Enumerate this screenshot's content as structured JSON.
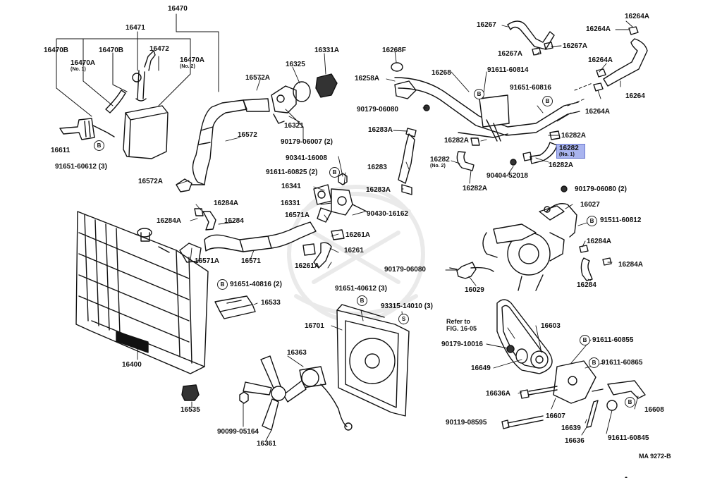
{
  "diagram": {
    "labels": {
      "p16470": "16470",
      "p16471": "16471",
      "p16470B_1": "16470B",
      "p16470B_2": "16470B",
      "p16472": "16472",
      "p16470A_1": "16470A",
      "p16470A_1_note": "(No. 1)",
      "p16470A_2": "16470A",
      "p16470A_2_note": "(No. 2)",
      "p16611": "16611",
      "p91651_60612": "91651-60612 (3)",
      "p16572A_top": "16572A",
      "p16325": "16325",
      "p16331A": "16331A",
      "p16572": "16572",
      "p16321": "16321",
      "p90179_06007": "90179-06007 (2)",
      "p90341_16008": "90341-16008",
      "p91611_60825": "91611-60825 (2)",
      "p16341": "16341",
      "p16331": "16331",
      "p16571A_top": "16571A",
      "p16261A_top": "16261A",
      "p90430_16162": "90430-16162",
      "p16572A_left": "16572A",
      "p16284A_1": "16284A",
      "p16284A_2": "16284A",
      "p16284": "16284",
      "p16571A_bot": "16571A",
      "p16571": "16571",
      "p16261": "16261",
      "p16261A_bot": "16261A",
      "p91651_40816": "91651-40816 (2)",
      "p16533": "16533",
      "p16400": "16400",
      "p16535": "16535",
      "p91651_40612": "91651-40612 (3)",
      "p93315_14010": "93315-14010 (3)",
      "p16701": "16701",
      "p16363": "16363",
      "p90099_05164": "90099-05164",
      "p16361": "16361",
      "p16268F": "16268F",
      "p16258A": "16258A",
      "p16268": "16268",
      "p91611_60814": "91611-60814",
      "p90179_06080_top": "90179-06080",
      "p16283A_top": "16283A",
      "p16283": "16283",
      "p16283A_bot": "16283A",
      "p16282_no2": "16282",
      "p16282_no2_note": "(No. 2)",
      "p16282A_left": "16282A",
      "p16282A_bot": "16282A",
      "p90404_52018": "90404-52018",
      "p16282A_right": "16282A",
      "p16282_no1": "16282",
      "p16282_no1_note": "(No. 1)",
      "p16282A_right2": "16282A",
      "p91651_60816": "91651-60816",
      "p16267": "16267",
      "p16267A_1": "16267A",
      "p16267A_2": "16267A",
      "p16264A_1": "16264A",
      "p16264A_2": "16264A",
      "p16264A_3": "16264A",
      "p16264A_4": "16264A",
      "p16264": "16264",
      "p90179_06080_right": "90179-06080 (2)",
      "p16027": "16027",
      "p91511_60812": "91511-60812",
      "p16284A_r1": "16284A",
      "p16284A_r2": "16284A",
      "p16284_r": "16284",
      "p90179_06080_mid": "90179-06080",
      "p16029": "16029",
      "p_refer": "Refer to",
      "p_fig": "FIG. 16-05",
      "p16603": "16603",
      "p91611_60855": "91611-60855",
      "p90179_10016": "90179-10016",
      "p91611_60865": "91611-60865",
      "p16649": "16649",
      "p16636A": "16636A",
      "p16607": "16607",
      "p16608": "16608",
      "p90119_08595": "90119-08595",
      "p16639": "16639",
      "p16636": "16636",
      "p91611_60845": "91611-60845",
      "p_ref": "MA 9272-B"
    },
    "badges": {
      "b1": "B",
      "b2": "B",
      "b3": "B",
      "b4": "B",
      "b5": "B",
      "b6": "B",
      "b7": "B",
      "b8": "B",
      "b9": "B",
      "b10": "B",
      "b11": "S"
    }
  }
}
